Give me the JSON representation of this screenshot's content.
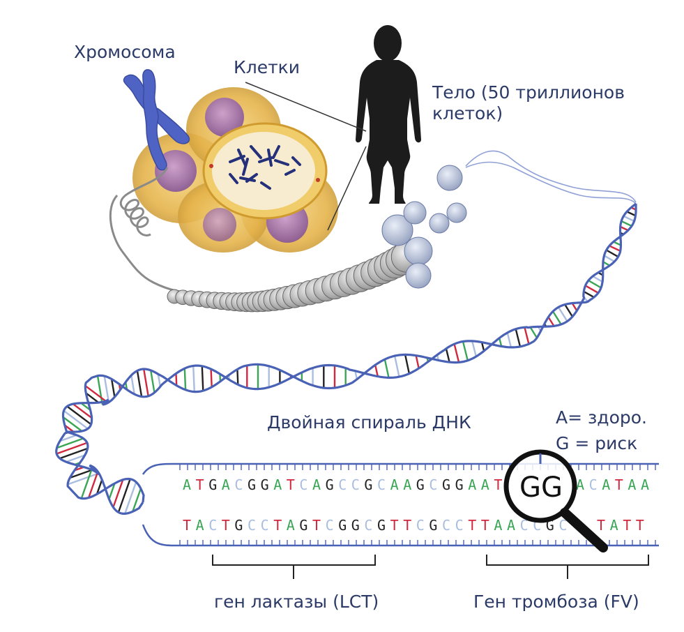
{
  "labels": {
    "chromosome": "Хромосома",
    "cells": "Клетки",
    "body": "Тело (50 триллионов клеток)",
    "dna": "Двойная спираль ДНК",
    "allele_a": "A= здоро.",
    "allele_g": "G = риск",
    "lct_gene": "ген лактазы (LCT)",
    "fv_gene": "Ген тромбоза (FV)"
  },
  "sequence": {
    "top_strand": "ATGACGGATCAGCCGCAAGCGGAAT",
    "top_strand_tail": "ACATAA",
    "bottom_strand": "TACTGCCTAGTCGGCGTTCGCCTTAACCGC",
    "bottom_strand_tail": "TATT",
    "magnified": "GG"
  },
  "base_colors": {
    "A": "#3aa655",
    "T": "#d0283c",
    "G": "#222222",
    "C": "#a9bde0"
  },
  "colors": {
    "label": "#2b3a67",
    "backbone": "#4a62b5",
    "chromosome": "#4f63c4",
    "cell_outer": "#e3b54a",
    "cell_nucleus": "#8c5fa8",
    "nucleosome": "#c9c9c9"
  },
  "icons": {
    "chromosome": "chromosome-icon",
    "cell_cluster": "cell-cluster-icon",
    "human": "human-silhouette-icon",
    "magnifier": "magnifying-glass-icon"
  }
}
